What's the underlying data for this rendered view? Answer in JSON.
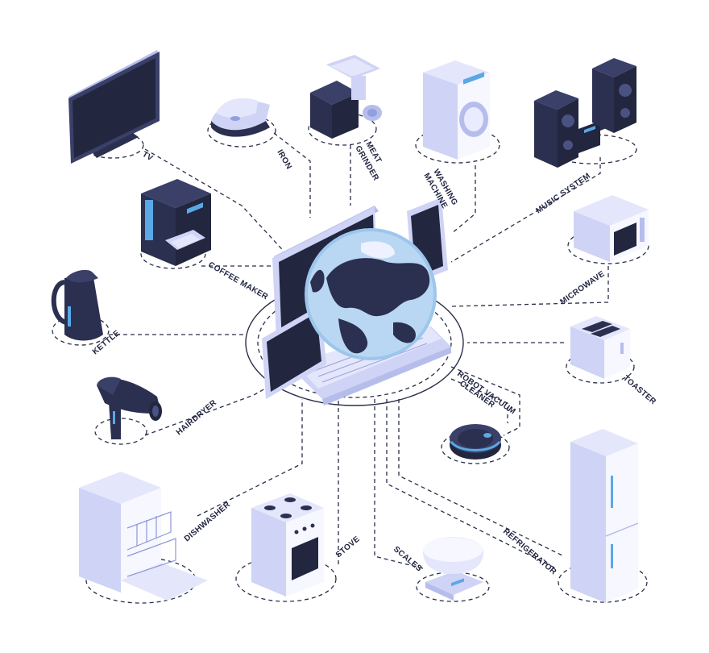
{
  "diagram": {
    "hub": {
      "name": "smart-home-hub"
    },
    "appliances": [
      {
        "id": "tv",
        "label": "TV"
      },
      {
        "id": "iron",
        "label": "IRON"
      },
      {
        "id": "meat-grinder",
        "label_line1": "MEAT",
        "label_line2": "GRINDER"
      },
      {
        "id": "washing-machine",
        "label_line1": "WASHING",
        "label_line2": "MACHINE"
      },
      {
        "id": "music-system",
        "label": "MUSIC SYSTEM"
      },
      {
        "id": "coffee-maker",
        "label": "COFFEE MAKER"
      },
      {
        "id": "microwave",
        "label": "MICROWAVE"
      },
      {
        "id": "kettle",
        "label": "KETTLE"
      },
      {
        "id": "toaster",
        "label": "TOASTER"
      },
      {
        "id": "robot-vacuum-cleaner",
        "label_line1": "ROBOT VACUUM",
        "label_line2": "CLEANER"
      },
      {
        "id": "hairdryer",
        "label": "HAIRDRYER"
      },
      {
        "id": "dishwasher",
        "label": "DISHWASHER"
      },
      {
        "id": "stove",
        "label": "STOVE"
      },
      {
        "id": "scales",
        "label": "SCALES"
      },
      {
        "id": "refrigerator",
        "label": "REFRIGERATOR"
      }
    ]
  },
  "colors": {
    "line": "#2a2e48",
    "dark": "#2b3050",
    "light": "#e4e6fb",
    "accent": "#5aa8e6"
  }
}
